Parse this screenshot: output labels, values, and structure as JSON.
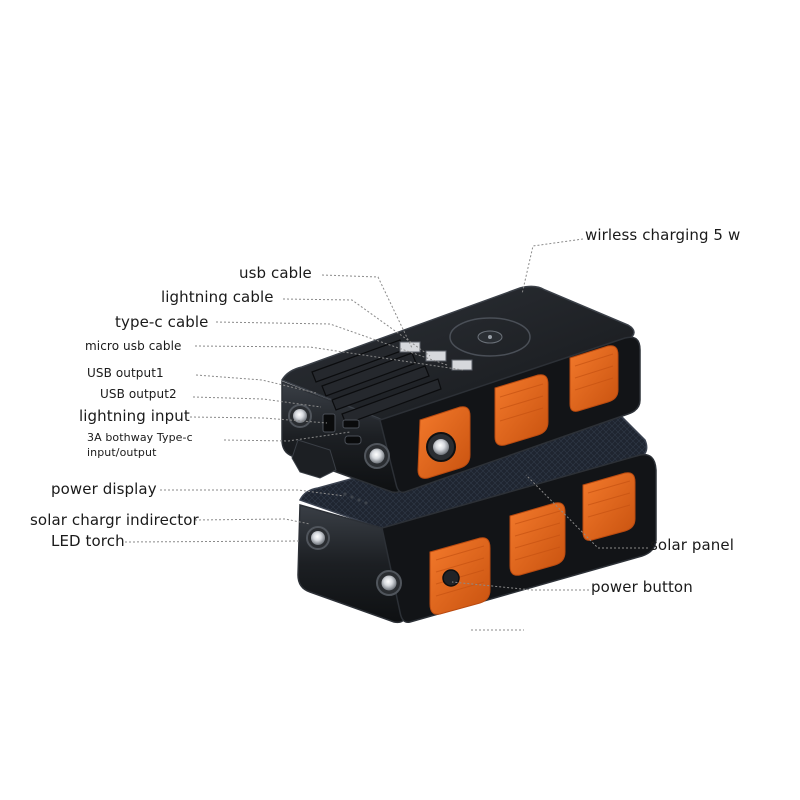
{
  "colors": {
    "body": "#17191c",
    "body_edge": "#2c3036",
    "orange": "#e5641c",
    "orange_dark": "#b94a10",
    "leader": "#8a8a8a"
  },
  "icons": [
    "wireless-charging-icon",
    "flashlight-icon",
    "solar-cell-icon",
    "power-button-icon"
  ],
  "labels": {
    "wireless_charging": "wirless charging 5 w",
    "usb_cable": "usb cable",
    "lightning_cable": "lightning cable",
    "typec_cable": "type-c cable",
    "micro_usb_cable": "micro usb cable",
    "usb_output1": "USB output1",
    "usb_output2": "USB output2",
    "lightning_input": "lightning input",
    "typec_line1": "3A bothway Type-c",
    "typec_line2": "input/output",
    "power_display": "power display",
    "solar_indicator": "solar chargr indirector",
    "led_torch": "LED torch",
    "solar_panel": "solar panel",
    "power_button": "power button"
  }
}
